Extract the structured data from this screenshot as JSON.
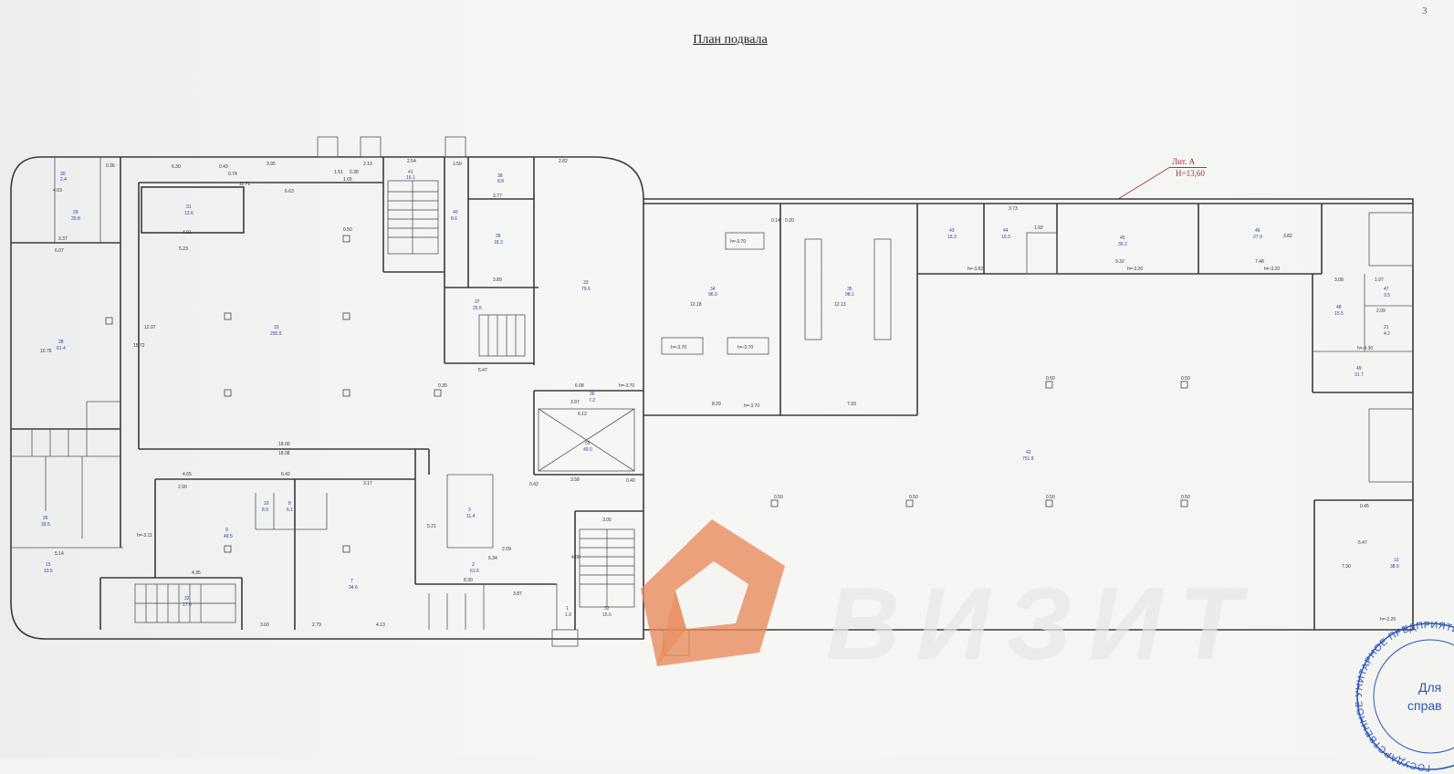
{
  "document": {
    "title": "План подвала",
    "page_number": "3",
    "building_label": "Лит. А",
    "height_label": "H=13,60"
  },
  "watermark": {
    "text": "ВИЗИТ",
    "logo_color": "#e88a5a"
  },
  "stamp": {
    "ring_text": "ГОСУДАРСТВЕННОЕ УНИТАРНОЕ ПРЕДПРИЯТИЕ «ЦЕНТР ТЕХНИЧЕСКОЙ ИНВЕНТАРИЗАЦИИ» САМАРСКОЙ",
    "inner_lines": [
      "Для",
      "справ"
    ],
    "color": "#2a56b8"
  },
  "rooms": [
    {
      "no": "30",
      "area": "2.4"
    },
    {
      "no": "29",
      "area": "20.8"
    },
    {
      "no": "31",
      "area": "13.6"
    },
    {
      "no": "41",
      "area": "16.1"
    },
    {
      "no": "40",
      "area": "8.6"
    },
    {
      "no": "39",
      "area": "18.3"
    },
    {
      "no": "38",
      "area": "8.8"
    },
    {
      "no": "33",
      "area": "79.6"
    },
    {
      "no": "34",
      "area": "96.9"
    },
    {
      "no": "35",
      "area": "98.1"
    },
    {
      "no": "43",
      "area": "16.3"
    },
    {
      "no": "44",
      "area": "10.3"
    },
    {
      "no": "45",
      "area": "39.2"
    },
    {
      "no": "46",
      "area": "27.9"
    },
    {
      "no": "28",
      "area": "61.4"
    },
    {
      "no": "33",
      "area": "295.5"
    },
    {
      "no": "37",
      "area": "25.5"
    },
    {
      "no": "36",
      "area": "7.2"
    },
    {
      "no": "55",
      "area": "49.0"
    },
    {
      "no": "42",
      "area": "751.8"
    },
    {
      "no": "48",
      "area": "15.5"
    },
    {
      "no": "47",
      "area": "3.5"
    },
    {
      "no": "21",
      "area": "4.2"
    },
    {
      "no": "49",
      "area": "31.7"
    },
    {
      "no": "26",
      "area": "39.5"
    },
    {
      "no": "9",
      "area": "49.5"
    },
    {
      "no": "7",
      "area": "34.6"
    },
    {
      "no": "10",
      "area": "8.9"
    },
    {
      "no": "8",
      "area": "6.1"
    },
    {
      "no": "3",
      "area": "11.4"
    },
    {
      "no": "2",
      "area": "61.6"
    },
    {
      "no": "32",
      "area": "17.0"
    },
    {
      "no": "32",
      "area": "15.6"
    },
    {
      "no": "1",
      "area": "1.9"
    },
    {
      "no": "15",
      "area": "10.5"
    },
    {
      "no": "12",
      "area": "38.9"
    }
  ],
  "dimensions": [
    "6.30",
    "0.43",
    "3.95",
    "1.51",
    "0.36",
    "2.54",
    "1.50",
    "2.82",
    "0.74",
    "11.71",
    "6.63",
    "1.65",
    "0.38",
    "2.13",
    "3.77",
    "3.73",
    "1.92",
    "7.48",
    "9.32",
    "3.82",
    "8.29",
    "7.93",
    "12.18",
    "12.13",
    "18.00",
    "18.08",
    "4.65",
    "6.42",
    "3.17",
    "5.14",
    "4.35",
    "3.60",
    "4.13",
    "2.79",
    "6.34",
    "2.09",
    "5.47",
    "6.08",
    "3.97",
    "6.12",
    "3.58",
    "3.05",
    "4.08",
    "8.30",
    "3.87",
    "10.76",
    "15.72",
    "12.07",
    "5.23",
    "4.91",
    "3.89",
    "4.03",
    "3.37",
    "6.07",
    "2.90",
    "5.21",
    "0.50",
    "0.30",
    "0.40",
    "0.20",
    "0.14",
    "0.42",
    "1.97",
    "3.08",
    "2.09",
    "5.47",
    "7.30",
    "0.45"
  ],
  "marks": {
    "level_a": "h=-3.70",
    "level_b": "h=-3.82",
    "level_c": "h=-3.20",
    "level_d": "h=-3.11",
    "level_e": "h=-4.30",
    "level_f": "h=-2.20"
  }
}
